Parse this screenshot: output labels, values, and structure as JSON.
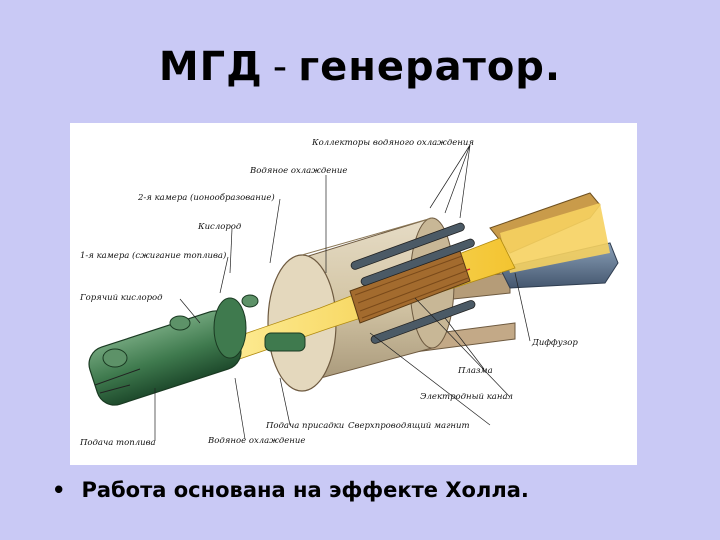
{
  "title": {
    "part1": "МГД",
    "separator": "-",
    "part2": "генератор."
  },
  "diagram": {
    "labels": {
      "collectors": "Коллекторы водяного охлаждения",
      "water_cooling_top": "Водяное охлаждение",
      "chamber2": "2-я камера (ионообразование)",
      "oxygen": "Кислород",
      "chamber1": "1-я камера (сжигание топлива)",
      "hot_oxygen": "Горячий кислород",
      "diffuser": "Диффузор",
      "plasma": "Плазма",
      "electrode_channel": "Электродный канал",
      "superconducting_magnet": "Сверхпроводящий магнит",
      "additive_feed": "Подача присадки",
      "fuel_feed": "Подача топлива",
      "water_cooling_bottom": "Водяное охлаждение"
    }
  },
  "bullet": {
    "symbol": "•",
    "text": "Работа основана на эффекте Холла."
  }
}
